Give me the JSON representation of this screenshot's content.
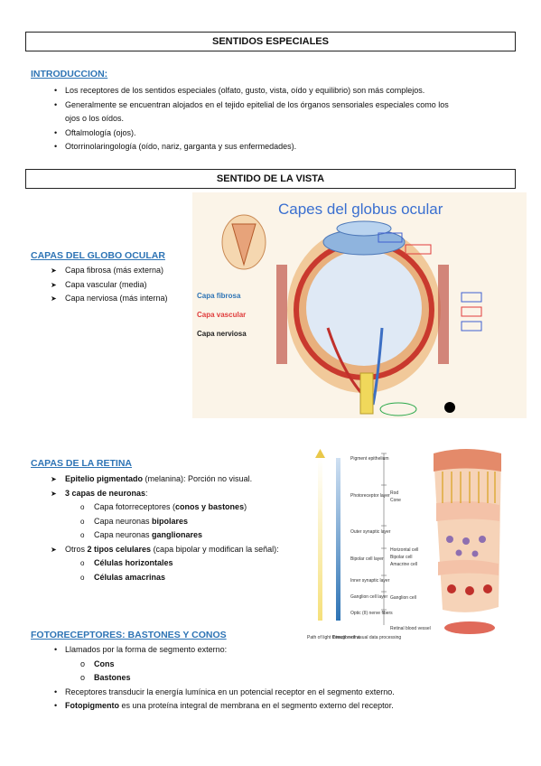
{
  "header1": "SENTIDOS ESPECIALES",
  "intro": {
    "title": "INTRODUCCION:",
    "items": [
      "Los receptores de los sentidos especiales (olfato, gusto, vista, oído y equilibrio) son más complejos.",
      "Generalmente se encuentran alojados en el tejido epitelial de los órganos sensoriales especiales como los",
      "ojos o los oídos.",
      "Oftalmología (ojos).",
      "Otorrinolaringología (oído, nariz, garganta y sus enfermedades)."
    ]
  },
  "header2": "SENTIDO DE LA VISTA",
  "globo": {
    "title": "CAPAS DEL GLOBO OCULAR",
    "items": [
      "Capa fibrosa (más externa)",
      "Capa vascular (media)",
      "Capa nerviosa (más interna)"
    ],
    "figure_title": "Capes del globus ocular",
    "legend": [
      "Capa fibrosa",
      "Capa vascular",
      "Capa nerviosa"
    ]
  },
  "retina": {
    "title": "CAPAS DE LA RETINA",
    "i1_bold": "Epitelio pigmentado",
    "i1_rest": " (melanina): Porción no visual.",
    "i2_bold": "3 capas de neuronas",
    "i2_rest": ":",
    "sub1_pre": "Capa fotorreceptores (",
    "sub1_bold": "conos y bastones",
    "sub1_post": ")",
    "sub2_pre": "Capa neuronas ",
    "sub2_bold": "bipolares",
    "sub3_pre": "Capa neuronas ",
    "sub3_bold": "ganglionares",
    "i3_pre": "Otros ",
    "i3_bold": "2 tipos celulares",
    "i3_rest": " (capa bipolar y modifican la señal):",
    "sub4": "Células horizontales",
    "sub5": "Células amacrinas",
    "fig_labels": [
      "Pigment epithelium",
      "Photoreceptor layer",
      "Outer synaptic layer",
      "Bipolar cell layer",
      "Inner synaptic layer",
      "Ganglion cell layer",
      "Optic (II) nerve fibers",
      "Rod",
      "Cone",
      "Horizontal cell",
      "Bipolar cell",
      "Amacrine cell",
      "Ganglion cell",
      "Retinal blood vessel",
      "Path of light through retina",
      "Direction of visual data processing"
    ]
  },
  "foto": {
    "title": "FOTORECEPTORES: BASTONES Y CONOS",
    "i1": "Llamados por la forma de segmento externo:",
    "sub1": "Cons",
    "sub2": "Bastones",
    "i2": "Receptores transducir la energía lumínica en un potencial receptor en el segmento externo.",
    "i3_bold": "Fotopigmento",
    "i3_rest": " es una proteína integral de membrana en el segmento externo del receptor."
  },
  "colors": {
    "section": "#2e74b5",
    "fibrosa": "#2e74b5",
    "vascular": "#e03c3c",
    "nerviosa": "#222222"
  }
}
